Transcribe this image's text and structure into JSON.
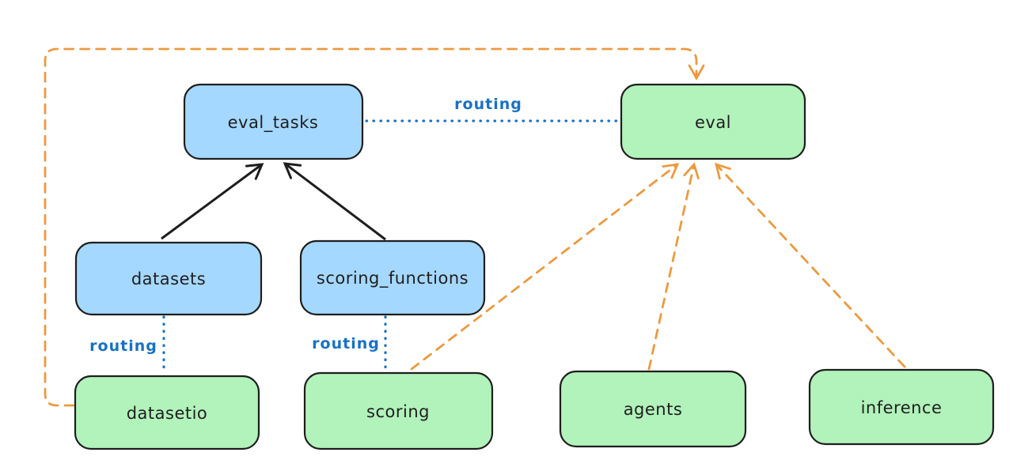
{
  "diagram": {
    "background": "#ffffff",
    "colors": {
      "node_border": "#1e1e1e",
      "node_text": "#1e1e1e",
      "blue_node_fill": "#a5d8ff",
      "green_node_fill": "#b2f2bb",
      "black_edge": "#1e1e1e",
      "routing_blue": "#1971c2",
      "orange_edge": "#eb9a3f"
    },
    "nodes": [
      {
        "id": "eval_tasks",
        "label": "eval_tasks",
        "fill": "#a5d8ff"
      },
      {
        "id": "eval",
        "label": "eval",
        "fill": "#b2f2bb"
      },
      {
        "id": "datasets",
        "label": "datasets",
        "fill": "#a5d8ff"
      },
      {
        "id": "scoring_functions",
        "label": "scoring_functions",
        "fill": "#a5d8ff"
      },
      {
        "id": "datasetio",
        "label": "datasetio",
        "fill": "#b2f2bb"
      },
      {
        "id": "scoring",
        "label": "scoring",
        "fill": "#b2f2bb"
      },
      {
        "id": "agents",
        "label": "agents",
        "fill": "#b2f2bb"
      },
      {
        "id": "inference",
        "label": "inference",
        "fill": "#b2f2bb"
      }
    ],
    "edges": [
      {
        "from": "datasets",
        "to": "eval_tasks",
        "style": "solid-black-arrow",
        "label": ""
      },
      {
        "from": "scoring_functions",
        "to": "eval_tasks",
        "style": "solid-black-arrow",
        "label": ""
      },
      {
        "from": "eval_tasks",
        "to": "eval",
        "style": "dotted-blue",
        "label": "routing"
      },
      {
        "from": "datasets",
        "to": "datasetio",
        "style": "dotted-blue",
        "label": "routing"
      },
      {
        "from": "scoring_functions",
        "to": "scoring",
        "style": "dotted-blue",
        "label": "routing"
      },
      {
        "from": "datasetio",
        "to": "eval",
        "style": "dashed-orange-arrow",
        "label": ""
      },
      {
        "from": "scoring",
        "to": "eval",
        "style": "dashed-orange-arrow",
        "label": ""
      },
      {
        "from": "agents",
        "to": "eval",
        "style": "dashed-orange-arrow",
        "label": ""
      },
      {
        "from": "inference",
        "to": "eval",
        "style": "dashed-orange-arrow",
        "label": ""
      }
    ]
  }
}
